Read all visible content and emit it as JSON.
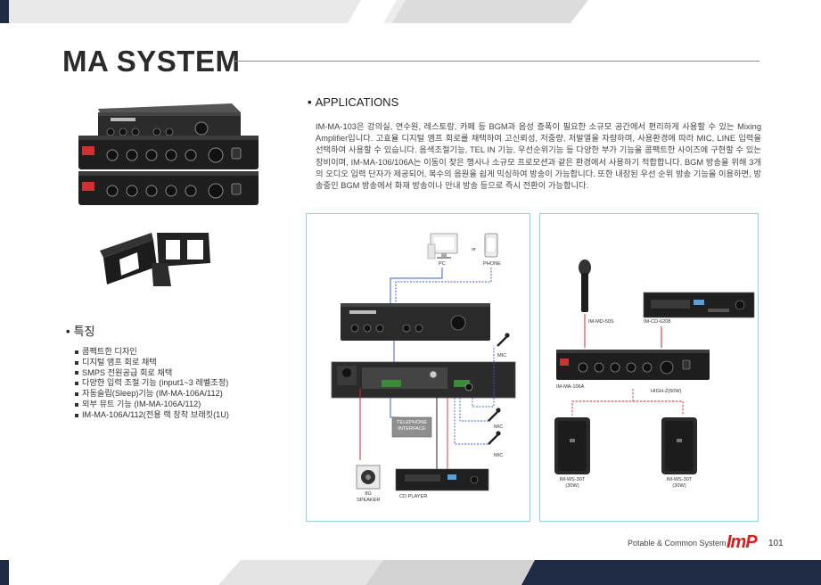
{
  "page": {
    "title": "MA SYSTEM",
    "footer_text": "Potable & Common System",
    "logo_text": "ImP",
    "page_number": "101"
  },
  "applications": {
    "heading": "APPLICATIONS",
    "description": "IM-MA-103은 강의실, 연수원, 레스토랑, 카페 등 BGM과 음성 증폭이 필요한 소규모 공간에서 편리하게 사용할 수 있는 Mixing Amplifier입니다. 고효율 디지털 앰프 회로를 채택하여 고신뢰성, 저중량, 저발열을 자랑하며, 사용환경에 따라 MIC, LINE 입력을 선택하여 사용할 수 있습니다. 음색조절기능, TEL IN 기능, 우선순위기능 등 다양한 부가 기능을 콤팩트한 사이즈에 구현할 수 있는 장비이며, IM-MA-106/106A는 이동이 잦은 행사나 소규모 프로모션과 같은 환경에서 사용하기 적합합니다. BGM 방송을 위해 3개의 오디오 입력 단자가 제공되어, 복수의 음원을 쉽게 믹싱하여 방송이 가능합니다. 또한 내장된 우선 순위 방송 기능을 이용하면, 방송중인 BGM 방송에서 화재 방송이나 안내 방송 등으로 즉시 전환이 가능합니다."
  },
  "features": {
    "heading": "특징",
    "items": [
      "콤팩트한 디자인",
      "디지털 앰프 회로 채택",
      "SMPS 전원공급 회로 채택",
      "다양한 입력 조절 기능 (input1~3 레벨조정)",
      "자동슬립(Sleep)기능 (IM-MA-106A/112)",
      "외부 뮤트 기능 (IM-MA-106A/112)",
      "IM-MA-106A/112(전용 랙 장착 브래킷(1U)"
    ]
  },
  "diagram_left": {
    "pc": "PC",
    "or": "or",
    "phone": "PHONE",
    "mic1": "MIC",
    "mic2": "MIC",
    "mic3": "MIC",
    "telephone": "TELEPHONE",
    "interface": "INTERFACE",
    "speaker_ohm": "8Ω",
    "speaker": "SPEAKER",
    "cd_player": "CD PLAYER"
  },
  "diagram_right": {
    "mic_model": "IM-MD-50S",
    "cd_model": "IM-CD-6208",
    "amp_model": "IM-MA-106A",
    "high_z": "HIGH-Z(60W)",
    "spk1_model": "IM-WS-30T",
    "spk1_watt": "(30W)",
    "spk2_model": "IM-WS-30T",
    "spk2_watt": "(30W)"
  },
  "colors": {
    "accent_red": "#d4201f",
    "line_teal": "#8ed2d8",
    "wire_blue": "#3a5fcc",
    "wire_red": "#d9262b",
    "navy": "#1f2a44"
  }
}
